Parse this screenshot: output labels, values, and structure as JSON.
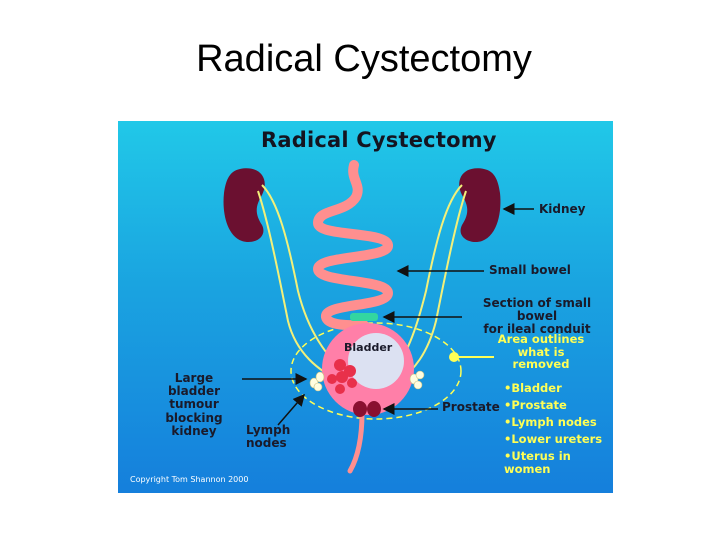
{
  "slide": {
    "title": "Radical Cystectomy"
  },
  "figure": {
    "title": "Radical Cystectomy",
    "copyright": "Copyright Tom Shannon 2000",
    "labels": {
      "kidney": "Kidney",
      "small_bowel": "Small bowel",
      "section_line1": "Section of small bowel",
      "section_line2": "for ileal conduit",
      "bladder": "Bladder",
      "large_bladder": [
        "Large bladder",
        "tumour",
        "blocking",
        "kidney"
      ],
      "lymph": [
        "Lymph",
        "nodes"
      ],
      "prostate": "Prostate",
      "area_outlines": [
        "Area outlines",
        "what is",
        "removed"
      ]
    },
    "removed_items": [
      "•Bladder",
      "•Prostate",
      "•Lymph nodes",
      "•Lower ureters",
      "•Uterus in women"
    ],
    "colors": {
      "background_top": "#21c8e8",
      "background_bottom": "#157fdc",
      "kidney": "#6b1030",
      "bowel": "#ff8f8f",
      "conduit": "#33d6a0",
      "ureter": "#f2f07a",
      "removal_outline": "#ffff55",
      "tumour": "#e8304a"
    }
  }
}
